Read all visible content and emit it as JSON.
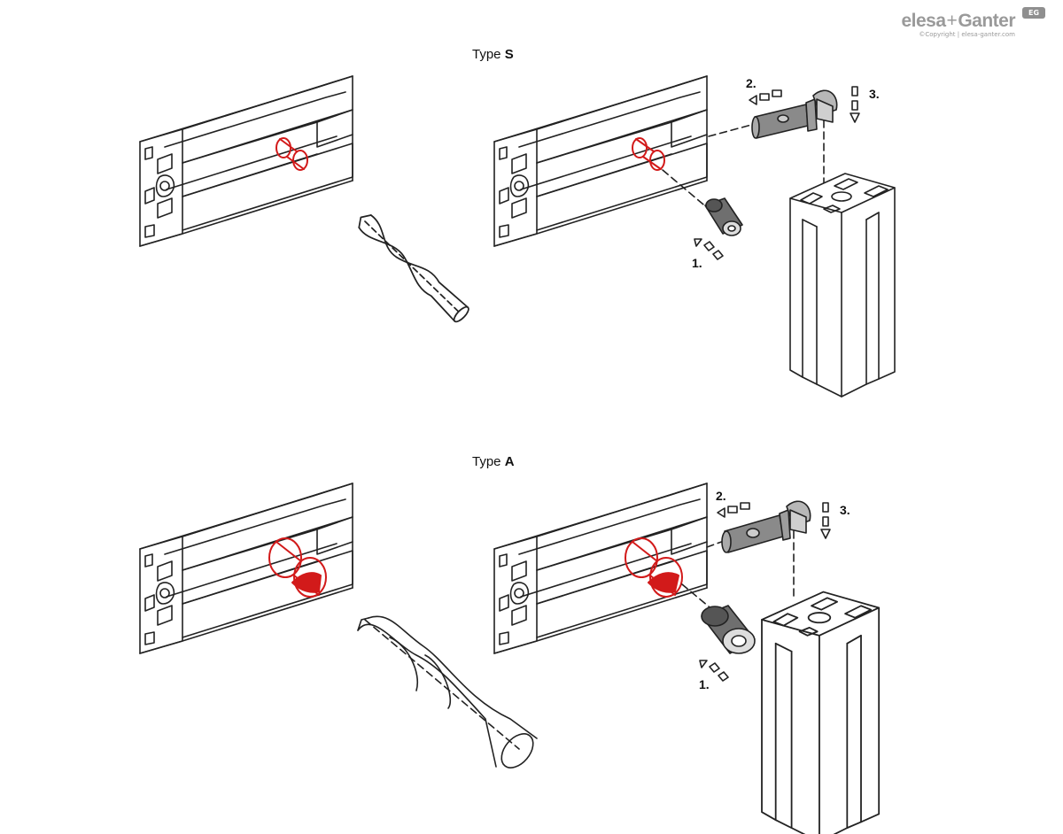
{
  "brand": {
    "name_left": "elesa",
    "plus": "+",
    "name_right": "Ganter",
    "copyright": "©Copyright | elesa-ganter.com",
    "mark": "EG"
  },
  "sections": [
    {
      "type_prefix": "Type ",
      "type_letter": "S",
      "steps": [
        "1.",
        "2.",
        "3."
      ]
    },
    {
      "type_prefix": "Type ",
      "type_letter": "A",
      "steps": [
        "1.",
        "2.",
        "3."
      ]
    }
  ],
  "colors": {
    "line": "#222222",
    "hole": "#d21a1a",
    "part_fill": "#9a9a9a",
    "background": "#ffffff"
  }
}
